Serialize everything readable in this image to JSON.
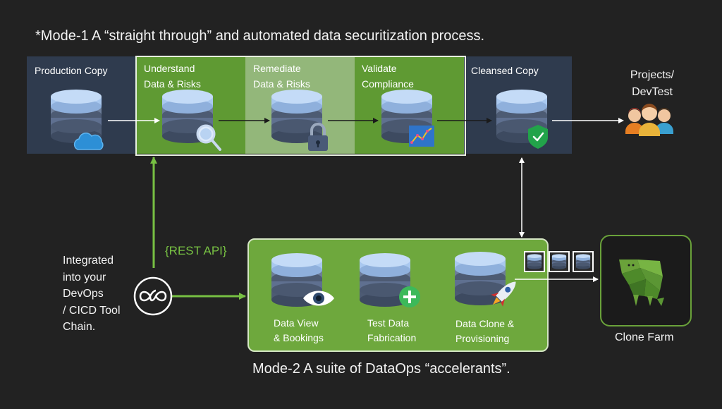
{
  "title": "*Mode-1 A “straight through” and automated data securitization process.",
  "subtitle": "Mode-2 A suite of DataOps “accelerants”.",
  "mode1": {
    "stages": [
      {
        "label": "Production Copy"
      },
      {
        "label_line1": "Understand",
        "label_line2": "Data & Risks"
      },
      {
        "label_line1": "Remediate",
        "label_line2": "Data & Risks"
      },
      {
        "label_line1": "Validate",
        "label_line2": "Compliance"
      },
      {
        "label": "Cleansed Copy"
      }
    ],
    "destination_line1": "Projects/",
    "destination_line2": "DevTest"
  },
  "rest_api": "{REST API}",
  "integration": {
    "line1": "Integrated",
    "line2": "into your",
    "line3": "DevOps",
    "line4": "/ CICD Tool",
    "line5": "Chain."
  },
  "mode2": {
    "cards": [
      {
        "line1": "Data View",
        "line2": "&  Bookings",
        "icon": "eye-icon"
      },
      {
        "line1": "Test Data",
        "line2": "Fabrication",
        "icon": "plus-icon"
      },
      {
        "line1": "Data Clone &",
        "line2": "Provisioning",
        "icon": "rocket-icon"
      }
    ]
  },
  "clone_farm": "Clone Farm",
  "colors": {
    "background": "#222222",
    "panel": "#2f3b4e",
    "green": "#6aa23a",
    "green_light": "#93b77a",
    "accent_green": "#77c043",
    "db_top": "#a9c8ef",
    "db_band": "#4d5b73"
  }
}
